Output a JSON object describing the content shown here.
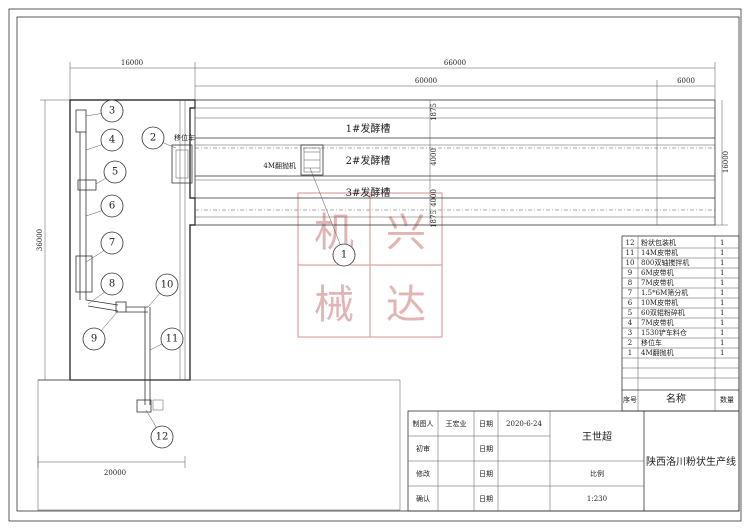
{
  "dimensions": {
    "top_left": "16000",
    "top_total": "66000",
    "top_tanks": "60000",
    "top_right": "6000",
    "left_height": "36000",
    "right_height": "16000",
    "bottom_width": "20000",
    "tank_edge_top": "1875",
    "tank_mid_1": "4000",
    "tank_mid_2": "4000",
    "tank_edge_bottom": "1875"
  },
  "labels": {
    "transfer_car": "移位车",
    "turner": "4M翻抛机",
    "tank1": "1#发酵槽",
    "tank2": "2#发酵槽",
    "tank3": "3#发酵槽"
  },
  "callouts": [
    "1",
    "2",
    "3",
    "4",
    "5",
    "6",
    "7",
    "8",
    "9",
    "10",
    "11",
    "12"
  ],
  "watermark": [
    "机",
    "兴",
    "械",
    "达"
  ],
  "parts_list": {
    "header": {
      "no": "序号",
      "name": "名称",
      "qty": "数量"
    },
    "rows": [
      {
        "no": "12",
        "name": "粉状包装机",
        "qty": "1"
      },
      {
        "no": "11",
        "name": "14M皮带机",
        "qty": "1"
      },
      {
        "no": "10",
        "name": "800双轴搅拌机",
        "qty": "1"
      },
      {
        "no": "9",
        "name": "6M皮带机",
        "qty": "1"
      },
      {
        "no": "8",
        "name": "7M皮带机",
        "qty": "1"
      },
      {
        "no": "7",
        "name": "1.5*6M筛分机",
        "qty": "1"
      },
      {
        "no": "6",
        "name": "10M皮带机",
        "qty": "1"
      },
      {
        "no": "5",
        "name": "60双辊粉碎机",
        "qty": "1"
      },
      {
        "no": "4",
        "name": "7M皮带机",
        "qty": "1"
      },
      {
        "no": "3",
        "name": "1530铲车料仓",
        "qty": "1"
      },
      {
        "no": "2",
        "name": "移位车",
        "qty": "1"
      },
      {
        "no": "1",
        "name": "4M翻抛机",
        "qty": "1"
      }
    ]
  },
  "title_block": {
    "drawn_label": "制图人",
    "drawn_value": "王宏业",
    "date_label_1": "日期",
    "date_value": "2020-6-24",
    "review_label": "初审",
    "date_label_2": "日期",
    "revise_label": "修改",
    "date_label_3": "日期",
    "confirm_label": "确认",
    "date_label_4": "日期",
    "designer": "王世超",
    "scale_label": "比例",
    "scale_value": "1:230",
    "project": "陕西洛川粉状生产线"
  }
}
